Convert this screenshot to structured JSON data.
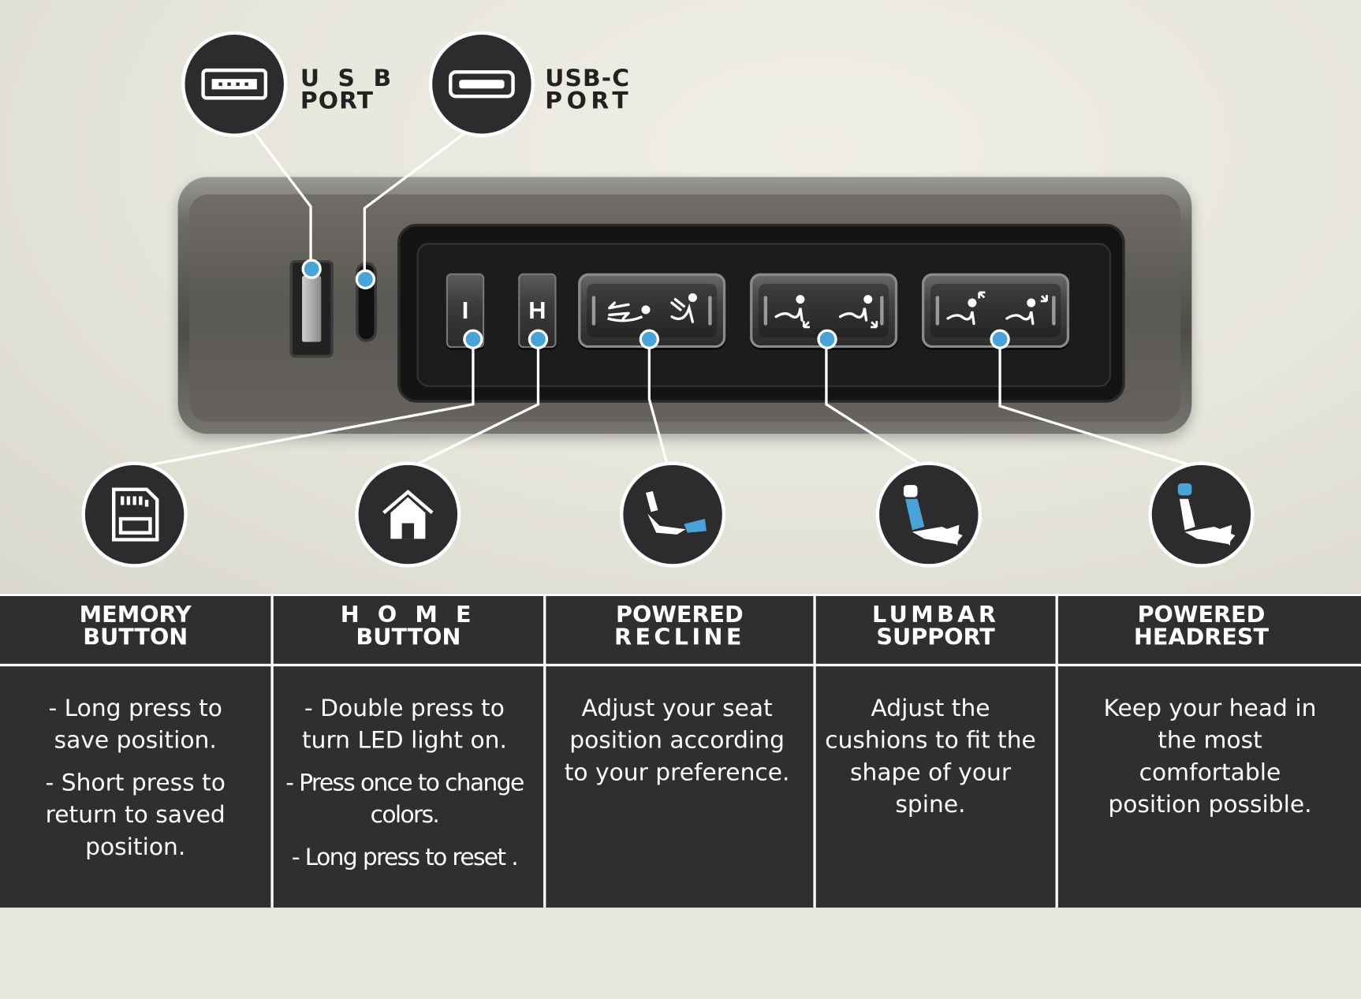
{
  "ports": [
    {
      "name": "usb",
      "label_line1": "U S B",
      "label_line2": "PORT",
      "icon": "usb-a-icon"
    },
    {
      "name": "usb-c",
      "label_line1": "USB-C",
      "label_line2": "PORT",
      "icon": "usb-c-icon"
    }
  ],
  "panel": {
    "memory_key_label": "I",
    "home_key_label": "H"
  },
  "features": [
    {
      "icon": "sd-card-memory-icon",
      "title_line1": "MEMORY",
      "title_line2": "BUTTON",
      "desc": [
        "- Long press to save position.",
        "- Short press to return to saved position."
      ]
    },
    {
      "icon": "home-icon",
      "title_line1": "H O M E",
      "title_line2": "BUTTON",
      "desc": [
        "- Double press to turn LED light on.",
        "- Press once to change colors.",
        "- Long press to reset ."
      ]
    },
    {
      "icon": "recline-chair-icon",
      "title_line1": "POWERED",
      "title_line2": "RECLINE",
      "desc": [
        "Adjust your seat position according to your preference."
      ]
    },
    {
      "icon": "lumbar-chair-icon",
      "title_line1": "LUMBAR",
      "title_line2": "SUPPORT",
      "desc": [
        "Adjust the cushions to fit the shape of your spine."
      ]
    },
    {
      "icon": "headrest-chair-icon",
      "title_line1": "POWERED",
      "title_line2": "HEADREST",
      "desc": [
        "Keep your head in the most comfortable position possible."
      ]
    }
  ],
  "colors": {
    "accent_blue": "#4aa3d8",
    "dark": "#2f2f31",
    "line": "#ffffff"
  }
}
